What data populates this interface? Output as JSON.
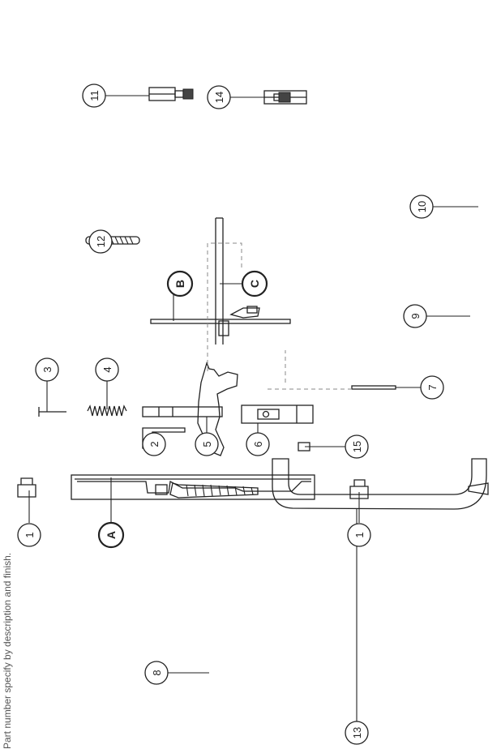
{
  "caption": "Part number specify by description and finish.",
  "callouts": {
    "c1a": "1",
    "c1b": "1",
    "c2": "2",
    "c3": "3",
    "c4": "4",
    "c5": "5",
    "c6": "6",
    "c7": "7",
    "c8": "8",
    "c9": "9",
    "c10": "10",
    "c11": "11",
    "c12": "12",
    "c13": "13",
    "c14": "14",
    "c15": "15",
    "cA": "A",
    "cB": "B",
    "cC": "C"
  }
}
